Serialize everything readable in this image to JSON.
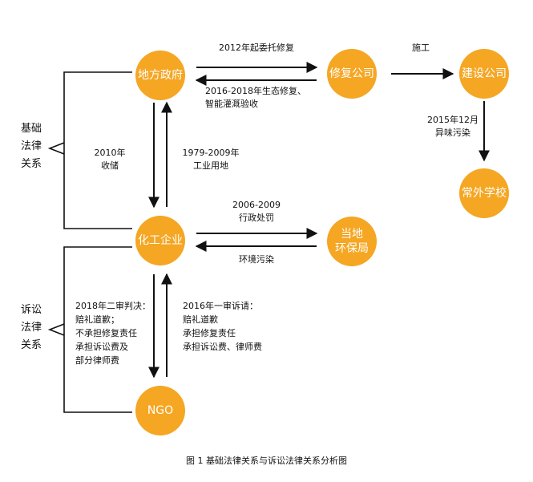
{
  "colors": {
    "node_fill": "#f5a623",
    "node_text": "#ffffff",
    "line": "#111111"
  },
  "nodes": {
    "local_gov": "地方政府",
    "repair_co": "修复公司",
    "construction_co": "建设公司",
    "school": "常外学校",
    "chemical_co": "化工企业",
    "env_bureau": "当地\n环保局",
    "ngo": "NGO"
  },
  "edges": {
    "gov_to_repair": "2012年起委托修复",
    "repair_to_gov": "2016-2018年生态修复、\n智能灌溉验收",
    "repair_to_construction": "施工",
    "construction_to_school": "2015年12月\n异味污染",
    "gov_to_chemical": "2010年\n收储",
    "chemical_to_gov": "1979-2009年\n工业用地",
    "chemical_to_bureau": "2006-2009\n行政处罚",
    "bureau_to_chemical": "环境污染",
    "chemical_to_ngo": "2018年二审判决：\n赔礼道歉；\n不承担修复责任\n承担诉讼费及\n部分律师费",
    "ngo_to_chemical": "2016年一审诉请：\n赔礼道歉\n承担修复责任\n承担诉讼费、律师费"
  },
  "sides": {
    "basic": "基础\n法律\n关系",
    "litigation": "诉讼\n法律\n关系"
  },
  "caption": "图 1 基础法律关系与诉讼法律关系分析图"
}
